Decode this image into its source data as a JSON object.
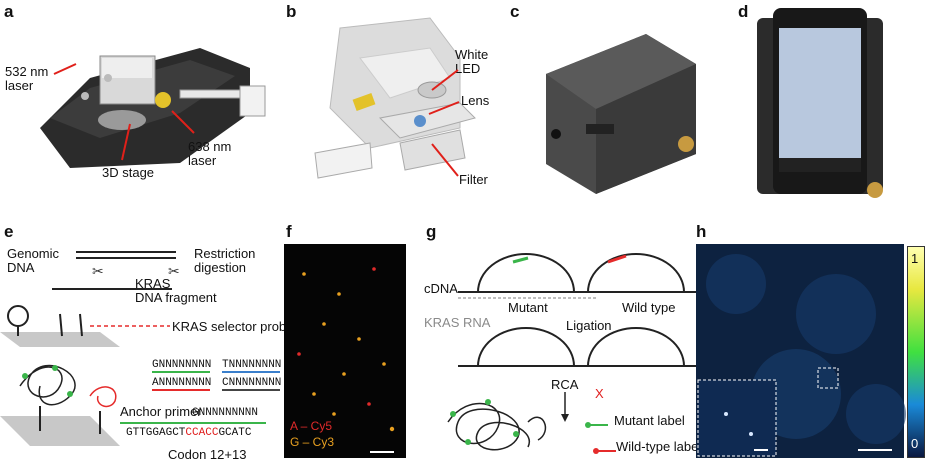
{
  "panels": {
    "a": {
      "label": "a",
      "callouts": [
        "532 nm\nlaser",
        "3D stage",
        "638 nm\nlaser"
      ]
    },
    "b": {
      "label": "b",
      "callouts": [
        "White\nLED",
        "Lens",
        "Filter"
      ]
    },
    "c": {
      "label": "c"
    },
    "d": {
      "label": "d"
    },
    "e": {
      "label": "e",
      "genomic_dna": "Genomic\nDNA",
      "restriction": "Restriction\ndigestion",
      "kras_fragment": "KRAS\nDNA fragment",
      "selector_probe": "KRAS selector probe",
      "probes": [
        "GNNNNNNNN",
        "TNNNNNNNN",
        "ANNNNNNNN",
        "CNNNNNNNN"
      ],
      "anchor_primer": "Anchor primer",
      "anchor_seq": "GNNNNNNNNN",
      "sequence_left": "GTTGGAGCT",
      "sequence_codon": "CCACC",
      "sequence_right": "GCATC",
      "codon": "Codon 12+13"
    },
    "f": {
      "label": "f",
      "legend_a": "A – Cy5",
      "legend_g": "G – Cy3"
    },
    "g": {
      "label": "g",
      "cdna": "cDNA",
      "mutant": "Mutant",
      "wild_type": "Wild type",
      "kras_rna": "KRAS RNA",
      "ligation": "Ligation",
      "rca": "RCA",
      "x_mark": "X",
      "mutant_label": "Mutant label",
      "wildtype_label": "Wild-type label"
    },
    "h": {
      "label": "h",
      "colorbar_max": "1",
      "colorbar_min": "0"
    }
  },
  "colors": {
    "arrow_red": "#e0201a",
    "mutant_green": "#3ab54a",
    "wild_red": "#e52b2b",
    "codon_red": "#e02020",
    "cy5": "#e02a2a",
    "cy3": "#e8a020"
  }
}
